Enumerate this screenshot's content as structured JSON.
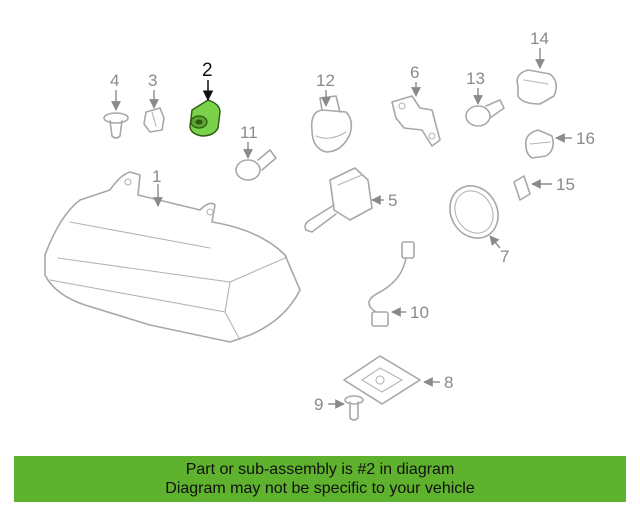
{
  "diagram": {
    "callouts": {
      "c1": "1",
      "c2": "2",
      "c3": "3",
      "c4": "4",
      "c5": "5",
      "c6": "6",
      "c7": "7",
      "c8": "8",
      "c9": "9",
      "c10": "10",
      "c11": "11",
      "c12": "12",
      "c13": "13",
      "c14": "14",
      "c15": "15",
      "c16": "16"
    },
    "highlighted_part": "2",
    "colors": {
      "highlight": "#7ad14a",
      "outline": "#a8a8a8",
      "banner": "#5eb22d"
    }
  },
  "banner": {
    "line1": "Part or sub-assembly is #2 in diagram",
    "line2": "Diagram may not be specific to your vehicle"
  }
}
